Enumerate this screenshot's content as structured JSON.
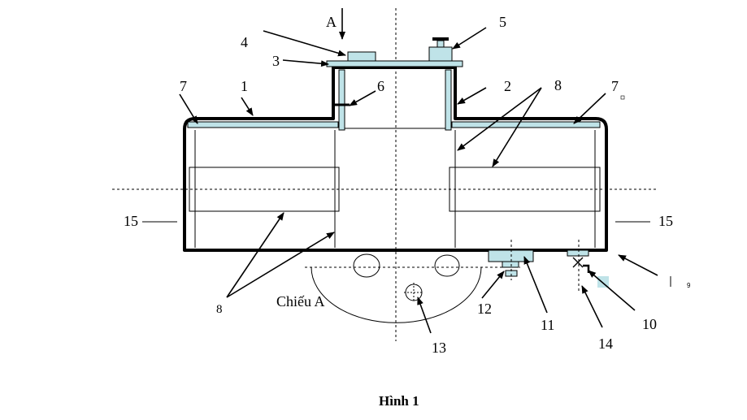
{
  "figure": {
    "caption": "Hình 1",
    "view_label": "Chiếu A",
    "view_arrow_label": "A",
    "accent_color": "#bfe3e8",
    "callouts": {
      "c1": "1",
      "c2": "2",
      "c3": "3",
      "c4": "4",
      "c5": "5",
      "c6": "6",
      "c7_left": "7",
      "c7_right": "7",
      "c8_top": "8",
      "c8_bottom": "8",
      "c9": "9",
      "c10": "10",
      "c11": "11",
      "c12": "12",
      "c13": "13",
      "c14": "14",
      "c15_left": "15",
      "c15_right": "15"
    }
  }
}
